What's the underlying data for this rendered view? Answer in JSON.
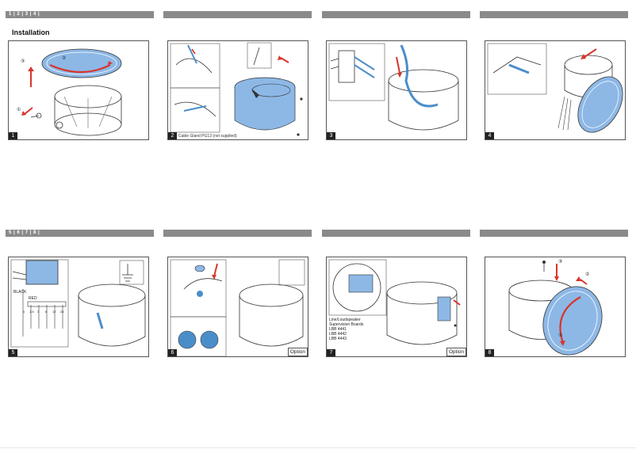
{
  "header_top": {
    "label": "1 | 2 | 3 | 4 |"
  },
  "header_bottom": {
    "label": "5 | 6 | 7 | 8 |"
  },
  "section_title": "Installation",
  "colors": {
    "accent_blue": "#8db8e6",
    "bar_gray": "#8a8a8a",
    "line": "#333333"
  },
  "steps": [
    {
      "number": "1",
      "markers": [
        "②",
        "③",
        "①"
      ]
    },
    {
      "number": "2",
      "caption": "Cable Gland PG13 (not supplied)"
    },
    {
      "number": "3"
    },
    {
      "number": "4"
    },
    {
      "number": "5",
      "wire_labels": [
        "BLACK",
        "RED"
      ],
      "tap_labels": [
        "0",
        "1.5",
        "3",
        "6",
        "12",
        "24"
      ]
    },
    {
      "number": "6",
      "option": "Option"
    },
    {
      "number": "7",
      "option": "Option",
      "board_text": [
        "Line/Loudspeaker",
        "Supervision Boards",
        "LBB 4441",
        "LBB 4442",
        "LBB 4443"
      ]
    },
    {
      "number": "8",
      "markers": [
        "③",
        "②",
        "①"
      ]
    }
  ]
}
